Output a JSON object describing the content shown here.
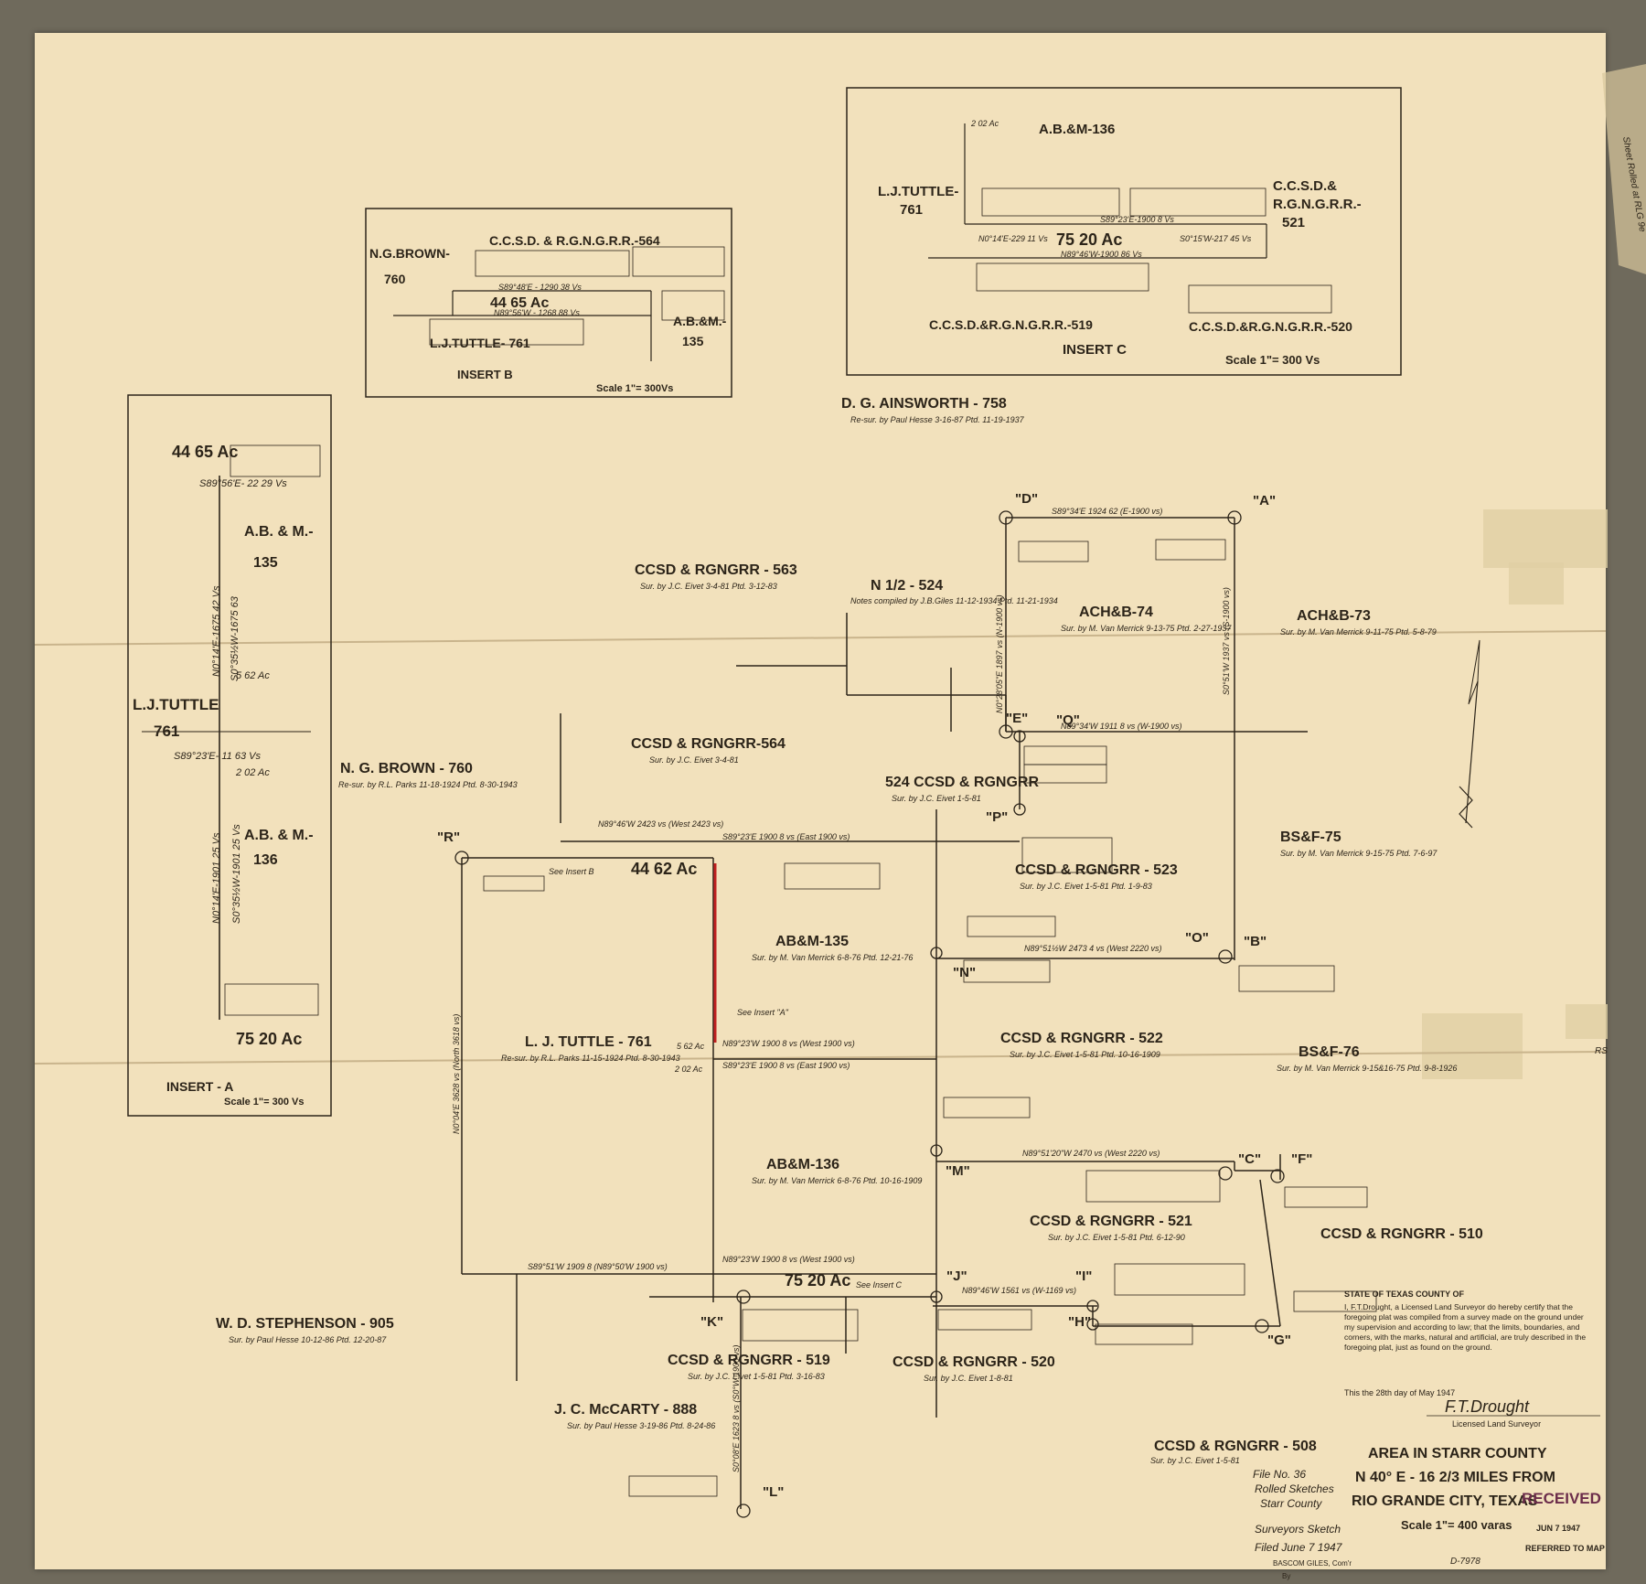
{
  "insets": {
    "a": {
      "title": "INSERT - A",
      "scale": "Scale 1\"= 300 Vs",
      "area_top": "44 65 Ac",
      "area_bottom": "75 20 Ac",
      "tract_name": "L.J.TUTTLE",
      "tract_num": "761",
      "abm135": "A.B. & M.-",
      "abm135_num": "135",
      "abm136": "A.B. & M.-",
      "abm136_num": "136",
      "call_1": "S89°56'E- 22 29 Vs",
      "call_2": "S89°23'E- 11 63 Vs",
      "call_3": "N0°14'E-1675 42 Vs",
      "call_4": "S0°35½W-1675 63",
      "call_5": "N0°14'E-1901 25 Vs",
      "call_6": "S0°35½W-1901 25 Vs",
      "ac_5": "5 62 Ac",
      "ac_2": "2 02 Ac"
    },
    "b": {
      "title": "INSERT B",
      "scale": "Scale 1\"= 300Vs",
      "north": "C.C.S.D. & R.G.N.G.R.R.-564",
      "west": "N.G.BROWN-",
      "west_num": "760",
      "south": "L.J.TUTTLE- 761",
      "east": "A.B.&M.-",
      "east_num": "135",
      "area": "44 65 Ac",
      "call_1": "S89°48'E - 1290 38 Vs",
      "call_2": "N89°56'W - 1268 88 Vs"
    },
    "c": {
      "title": "INSERT C",
      "scale": "Scale 1\"= 300 Vs",
      "north": "A.B.&M-136",
      "west": "L.J.TUTTLE-",
      "west_num": "761",
      "east": "C.C.S.D.&",
      "east_2": "R.G.N.G.R.R.-",
      "east_num": "521",
      "south_1": "C.C.S.D.&R.G.N.G.R.R.-519",
      "south_2": "C.C.S.D.&R.G.N.G.R.R.-520",
      "area": "75 20 Ac",
      "ac_2": "2 02 Ac",
      "call_1": "S89°23'E-1900 8 Vs",
      "call_2": "N89°46'W-1900 86 Vs",
      "call_3": "N0°14'E-229 11 Vs",
      "call_4": "S0°15'W-217 45 Vs"
    }
  },
  "tracts": [
    {
      "name": "D. G. AINSWORTH - 758",
      "note": "Re-sur. by Paul Hesse 3-16-87 Ptd. 11-19-1937"
    },
    {
      "name": "CCSD & RGNGRR - 563",
      "note": "Sur. by J.C. Eivet 3-4-81 Ptd. 3-12-83"
    },
    {
      "name": "N 1/2 - 524",
      "note": "Notes compiled by J.B.Giles 11-12-1934 Ptd. 11-21-1934"
    },
    {
      "name": "ACH&B-74",
      "note": "Sur. by M. Van Merrick 9-13-75 Ptd. 2-27-1937"
    },
    {
      "name": "ACH&B-73",
      "note": "Sur. by M. Van Merrick 9-11-75 Ptd. 5-8-79"
    },
    {
      "name": "CCSD & RGNGRR-564",
      "note": "Sur. by J.C. Eivet 3-4-81"
    },
    {
      "name": "N. G. BROWN - 760",
      "note": "Re-sur. by R.L. Parks 11-18-1924 Ptd. 8-30-1943"
    },
    {
      "name": "524 CCSD & RGNGRR",
      "note": "Sur. by J.C. Eivet 1-5-81"
    },
    {
      "name": "CCSD & RGNGRR - 523",
      "note": "Sur. by J.C. Eivet 1-5-81 Ptd. 1-9-83"
    },
    {
      "name": "BS&F-75",
      "note": "Sur. by M. Van Merrick 9-15-75 Ptd. 7-6-97"
    },
    {
      "name": "AB&M-135",
      "note": "Sur. by M. Van Merrick 6-8-76 Ptd. 12-21-76"
    },
    {
      "name": "L. J. TUTTLE - 761",
      "note": "Re-sur. by R.L. Parks 11-15-1924 Ptd. 8-30-1943"
    },
    {
      "name": "CCSD & RGNGRR - 522",
      "note": "Sur. by J.C. Eivet 1-5-81 Ptd. 10-16-1909"
    },
    {
      "name": "BS&F-76",
      "note": "Sur. by M. Van Merrick 9-15&16-75 Ptd. 9-8-1926"
    },
    {
      "name": "AB&M-136",
      "note": "Sur. by M. Van Merrick 6-8-76 Ptd. 10-16-1909"
    },
    {
      "name": "CCSD & RGNGRR - 521",
      "note": "Sur. by J.C. Eivet 1-5-81 Ptd. 6-12-90"
    },
    {
      "name": "CCSD & RGNGRR - 510",
      "note": ""
    },
    {
      "name": "W. D. STEPHENSON - 905",
      "note": "Sur. by Paul Hesse 10-12-86 Ptd. 12-20-87"
    },
    {
      "name": "CCSD & RGNGRR - 519",
      "note": "Sur. by J.C. Eivet 1-5-81 Ptd. 3-16-83"
    },
    {
      "name": "CCSD & RGNGRR - 520",
      "note": "Sur. by J.C. Eivet 1-8-81"
    },
    {
      "name": "J. C. McCARTY - 888",
      "note": "Sur. by Paul Hesse 3-19-86 Ptd. 8-24-86"
    },
    {
      "name": "CCSD & RGNGRR - 508",
      "note": "Sur. by J.C. Eivet 1-5-81"
    }
  ],
  "points": [
    "\"D\"",
    "\"A\"",
    "\"E\"",
    "\"Q\"",
    "\"P\"",
    "\"R\"",
    "\"O\"",
    "\"B\"",
    "\"N\"",
    "\"M\"",
    "\"C\"",
    "\"F\"",
    "\"J\"",
    "\"I\"",
    "\"K\"",
    "\"H\"",
    "\"G\"",
    "\"L\""
  ],
  "areas": {
    "upper": "44 62 Ac",
    "lower": "75 20 Ac",
    "ac_5": "5 62 Ac",
    "ac_2": "2 02 Ac",
    "see_a": "See Insert \"A\"",
    "see_b": "See Insert B",
    "see_c": "See Insert C"
  },
  "calls": {
    "da": "S89°34'E 1924 62 (E-1900 vs)",
    "dn": "N0°28'05\"E 1897 vs (N-1900 vs)",
    "ab": "S0°51'W 1937 vs (S-1900 vs)",
    "eq": "N89°34'W 1911 8 vs (W-1900 vs)",
    "rk": "N0°04'E 3628 vs (North 3618 vs)",
    "top1": "N89°46'W 2423 vs (West 2423 vs)",
    "top2": "S89°23'E 1900 8 vs (East 1900 vs)",
    "mid1": "N89°23'W 1900 8 vs (West 1900 vs)",
    "mid2": "S89°23'E 1900 8 vs (East 1900 vs)",
    "bot1": "N89°23'W 1900 8 vs (West 1900 vs)",
    "bot2": "S89°51'W 1909 8 (N89°50'W 1900 vs)",
    "ob": "N89°51½W 2473 4 vs (West 2220 vs)",
    "mc": "N89°51'20\"W 2470 vs (West 2220 vs)",
    "ih": "N89°46'W 1561 vs (W-1169 vs)",
    "kl": "S0°08'E 1623 8 vs (S0°W 1900 vs)"
  },
  "certificate": {
    "heading": "STATE OF TEXAS COUNTY OF",
    "body": "I, F.T.Drought, a Licensed Land Surveyor do hereby certify that the foregoing plat was compiled from a survey made on the ground under my supervision and according to law; that the limits, boundaries, and corners, with the marks, natural and artificial, are truly described in the foregoing plat, just as found on the ground.",
    "date": "This the 28th day of May 1947",
    "signature": "F.T.Drought",
    "role": "Licensed Land Surveyor"
  },
  "title_block": {
    "line1": "AREA IN STARR COUNTY",
    "line2": "N 40° E - 16 2/3 MILES FROM",
    "line3": "RIO GRANDE CITY, TEXAS",
    "scale": "Scale 1\"= 400 varas"
  },
  "file_block": {
    "file_no": "File No. 36",
    "kind": "Rolled Sketches",
    "county": "Starr County",
    "desc": "Surveyors Sketch",
    "filed": "Filed June 7 1947",
    "commissioner": "BASCOM GILES, Com'r",
    "by": "By"
  },
  "stamp": {
    "received": "RECEIVED",
    "date": "JUN 7 1947",
    "referred": "REFERRED TO MAP"
  },
  "doc_number": "D-7978",
  "corner_note": "Sheet Rolled at RLG 9e",
  "edge_mark": "RS"
}
